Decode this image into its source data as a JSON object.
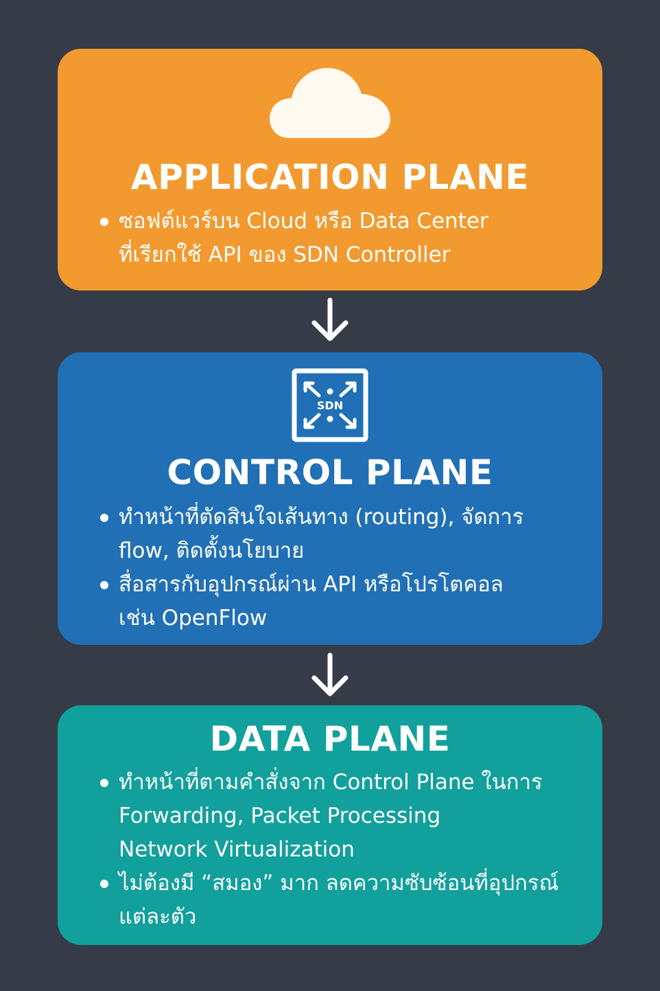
{
  "colors": {
    "background": "#353c48",
    "application_plane": "#f29a2f",
    "control_plane": "#2170b6",
    "data_plane": "#12a09c",
    "text": "#ffffff"
  },
  "application_plane": {
    "icon": "cloud-icon",
    "title": "APPLICATION PLANE",
    "bullets": [
      {
        "lines": [
          "ซอฟต์แวร์บน Cloud หรือ Data Center",
          "ที่เรียกใช้ API ของ SDN Controller"
        ]
      }
    ]
  },
  "control_plane": {
    "icon": "sdn-icon",
    "icon_label": "SDN",
    "title": "CONTROL PLANE",
    "bullets": [
      {
        "lines": [
          "ทำหน้าที่ตัดสินใจเส้นทาง (routing),  จัดการ",
          "flow,  ติดตั้งนโยบาย"
        ]
      },
      {
        "lines": [
          "สื่อสารกับอุปกรณ์ผ่าน API หรือโปรโตคอล",
          "เช่น OpenFlow"
        ]
      }
    ]
  },
  "data_plane": {
    "title": "DATA PLANE",
    "bullets": [
      {
        "lines": [
          "ทำหน้าที่ตามคำสั่งจาก Control Plane  ในการ",
          "Forwarding, Packet Processing",
          "Network Virtualization"
        ]
      },
      {
        "lines": [
          "ไม่ต้องมี “สมอง” มาก ลดความซับซ้อนที่อุปกรณ์",
          "แต่ละตัว"
        ]
      }
    ]
  },
  "arrows": [
    "arrow-down-icon",
    "arrow-down-icon"
  ]
}
